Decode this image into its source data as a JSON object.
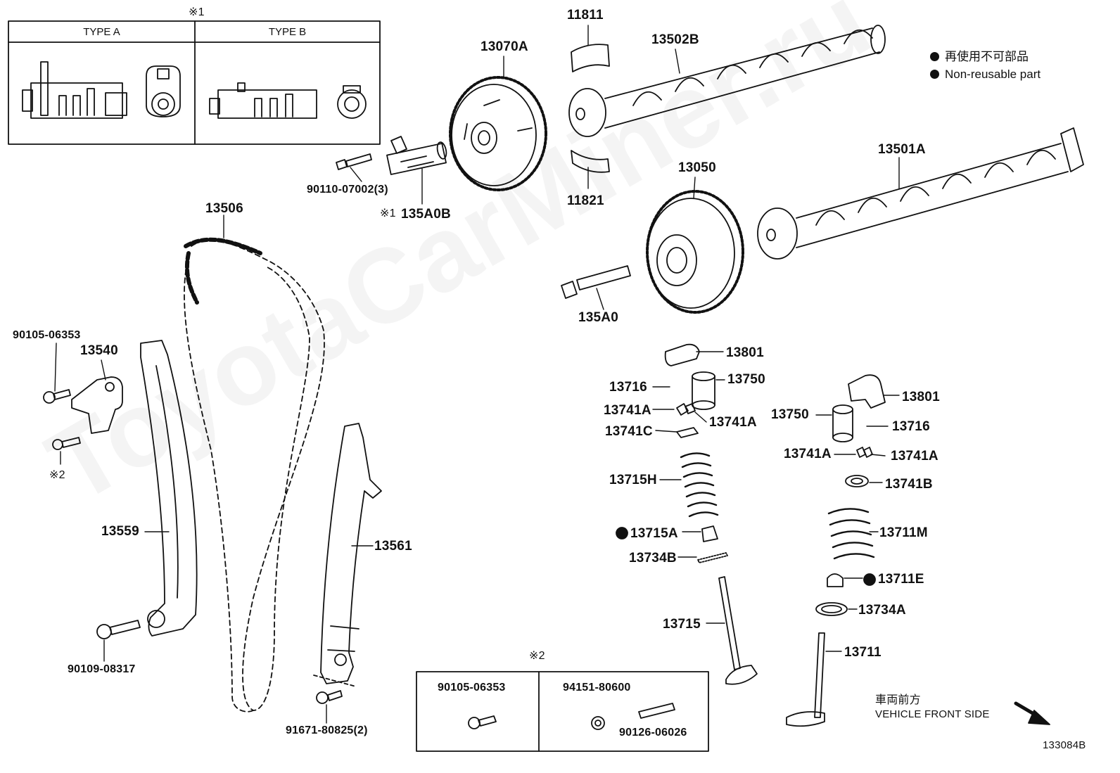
{
  "watermark": "ToyotaCarMiner.ru",
  "legend": {
    "jp": "再使用不可部品",
    "en": "Non-reusable part"
  },
  "note1_mark": "※1",
  "note2_mark": "※2",
  "type_table": {
    "type_a": "TYPE A",
    "type_b": "TYPE B"
  },
  "note2_box": {
    "bolt_a": "90105-06353",
    "stud": "94151-80600",
    "stud_b": "90126-06026"
  },
  "vehicle_front": {
    "jp": "車両前方",
    "en": "VEHICLE FRONT SIDE"
  },
  "figure_id": "133084B",
  "parts": {
    "p11811": "11811",
    "p13502b": "13502B",
    "p13070a": "13070A",
    "p11821": "11821",
    "p90110": "90110-07002(3)",
    "p135a0b_mark": "※1",
    "p135a0b": "135A0B",
    "p13501a": "13501A",
    "p13050": "13050",
    "p13506": "13506",
    "p135a0": "135A0",
    "p90105": "90105-06353",
    "p13540": "13540",
    "p_note2": "※2",
    "p13801_l": "13801",
    "p13716_l": "13716",
    "p13750_l": "13750",
    "p13741a_l1": "13741A",
    "p13741a_l2": "13741A",
    "p13741c": "13741C",
    "p13801_r": "13801",
    "p13750_r": "13750",
    "p13716_r": "13716",
    "p13741a_r1": "13741A",
    "p13741a_r2": "13741A",
    "p13741b": "13741B",
    "p13715h": "13715H",
    "p13559": "13559",
    "p13561": "13561",
    "p13715a": "13715A",
    "p13711m": "13711M",
    "p13734b": "13734B",
    "p13711e": "13711E",
    "p13734a": "13734A",
    "p13715": "13715",
    "p13711": "13711",
    "p90109": "90109-08317",
    "p91671": "91671-80825(2)"
  }
}
